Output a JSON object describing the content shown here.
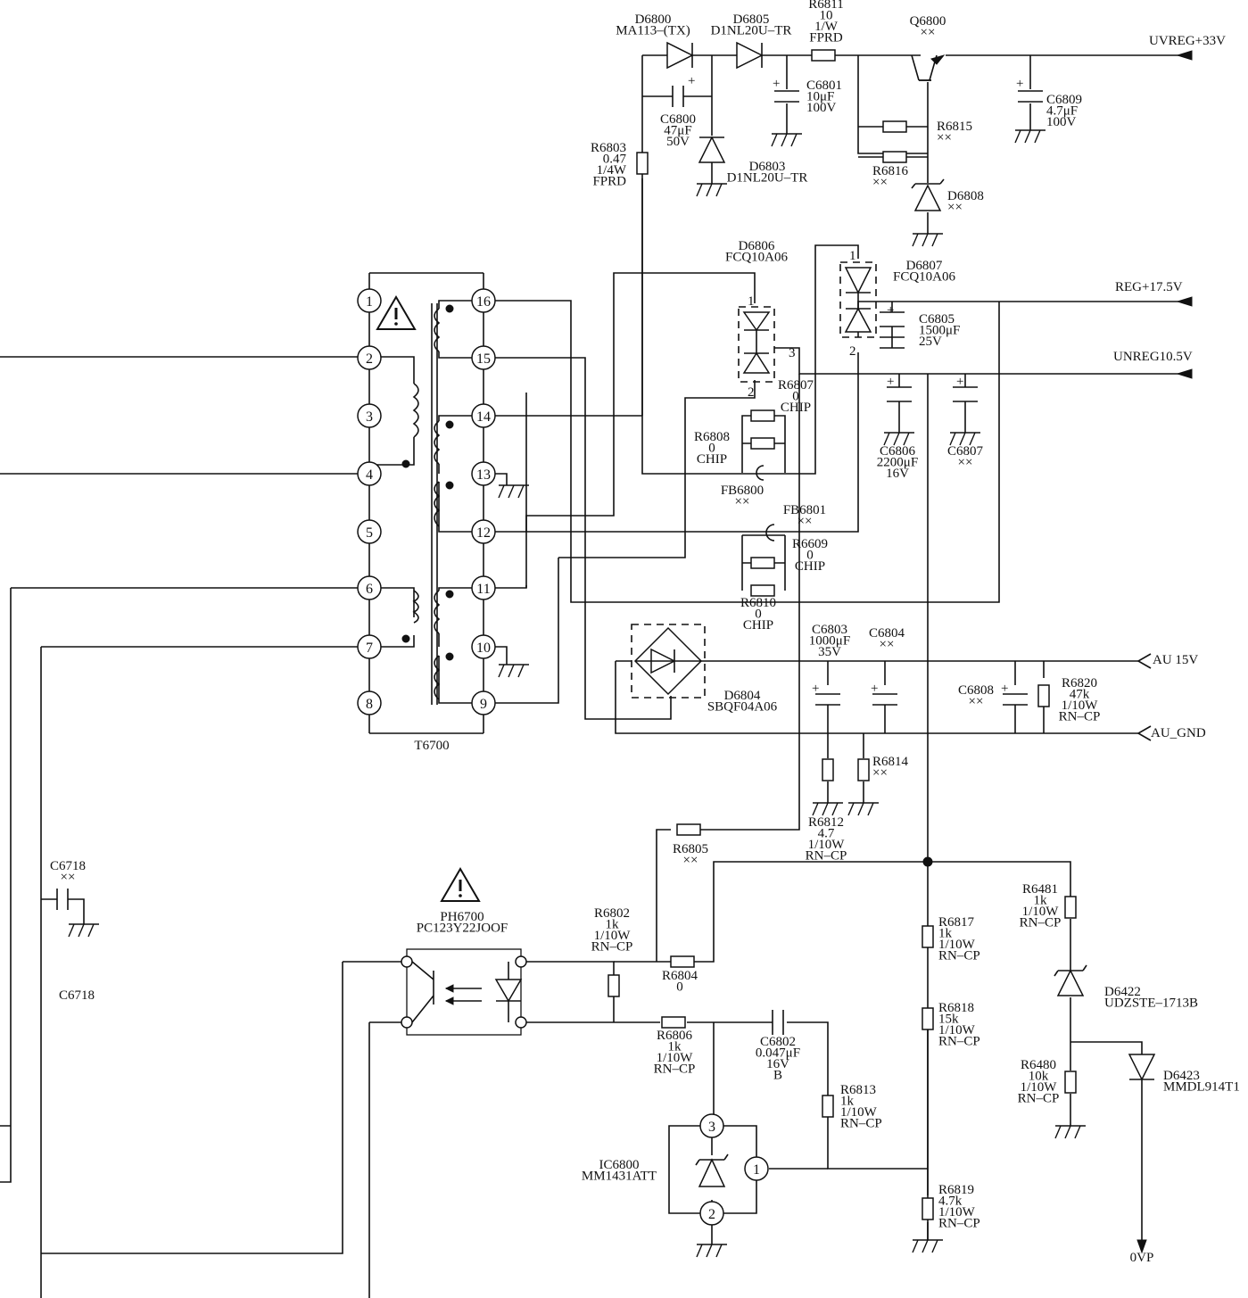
{
  "transformer": {
    "ref": "T6700",
    "pins": [
      "1",
      "2",
      "3",
      "4",
      "5",
      "6",
      "7",
      "8",
      "16",
      "15",
      "14",
      "13",
      "12",
      "11",
      "10",
      "9"
    ]
  },
  "labels": [
    {
      "id": "d6800",
      "lines": [
        "D6800",
        "MA113–(TX)"
      ]
    },
    {
      "id": "d6805",
      "lines": [
        "D6805",
        "D1NL20U–TR"
      ]
    },
    {
      "id": "r6811",
      "lines": [
        "R6811",
        "10",
        "1/W",
        "FPRD"
      ]
    },
    {
      "id": "q6800",
      "lines": [
        "Q6800",
        "××"
      ]
    },
    {
      "id": "uvreg",
      "lines": [
        "UVREG+33V"
      ]
    },
    {
      "id": "c6801",
      "lines": [
        "C6801",
        "10μF",
        "100V"
      ]
    },
    {
      "id": "c6800",
      "lines": [
        "C6800",
        "47μF",
        "50V"
      ]
    },
    {
      "id": "c6809",
      "lines": [
        "C6809",
        "4.7μF",
        "100V"
      ]
    },
    {
      "id": "r6815",
      "lines": [
        "R6815",
        "××"
      ]
    },
    {
      "id": "r6803",
      "lines": [
        "R6803",
        "0.47",
        "1/4W",
        "FPRD"
      ]
    },
    {
      "id": "d6803",
      "lines": [
        "D6803",
        "D1NL20U–TR"
      ]
    },
    {
      "id": "r6816",
      "lines": [
        "R6816",
        "××"
      ]
    },
    {
      "id": "d6808",
      "lines": [
        "D6808",
        "××"
      ]
    },
    {
      "id": "d6806",
      "lines": [
        "D6806",
        "FCQ10A06"
      ]
    },
    {
      "id": "d6807",
      "lines": [
        "D6807",
        "FCQ10A06"
      ]
    },
    {
      "id": "reg175",
      "lines": [
        "REG+17.5V"
      ]
    },
    {
      "id": "c6805",
      "lines": [
        "C6805",
        "1500μF",
        "25V"
      ]
    },
    {
      "id": "unreg",
      "lines": [
        "UNREG10.5V"
      ]
    },
    {
      "id": "r6807",
      "lines": [
        "R6807",
        "0",
        "CHIP"
      ]
    },
    {
      "id": "r6808",
      "lines": [
        "R6808",
        "0",
        "CHIP"
      ]
    },
    {
      "id": "c6806",
      "lines": [
        "C6806",
        "2200μF",
        "16V"
      ]
    },
    {
      "id": "c6807",
      "lines": [
        "C6807",
        "××"
      ]
    },
    {
      "id": "fb6800",
      "lines": [
        "FB6800",
        "××"
      ]
    },
    {
      "id": "fb6801",
      "lines": [
        "FB6801",
        "××"
      ]
    },
    {
      "id": "r6609",
      "lines": [
        "R6609",
        "0",
        "CHIP"
      ]
    },
    {
      "id": "r6810",
      "lines": [
        "R6810",
        "0",
        "CHIP"
      ]
    },
    {
      "id": "c6803",
      "lines": [
        "C6803",
        "1000μF",
        "35V"
      ]
    },
    {
      "id": "c6804",
      "lines": [
        "C6804",
        "××"
      ]
    },
    {
      "id": "au15",
      "lines": [
        "AU 15V"
      ]
    },
    {
      "id": "c6808",
      "lines": [
        "C6808",
        "××"
      ]
    },
    {
      "id": "r6820",
      "lines": [
        "R6820",
        "47k",
        "1/10W",
        "RN–CP"
      ]
    },
    {
      "id": "d6804",
      "lines": [
        "D6804",
        "SBQF04A06"
      ]
    },
    {
      "id": "augnd",
      "lines": [
        "AU_GND"
      ]
    },
    {
      "id": "t6700",
      "lines": [
        "T6700"
      ]
    },
    {
      "id": "r6814",
      "lines": [
        "R6814",
        "××"
      ]
    },
    {
      "id": "r6812",
      "lines": [
        "R6812",
        "4.7",
        "1/10W",
        "RN–CP"
      ]
    },
    {
      "id": "r6805",
      "lines": [
        "R6805",
        "××"
      ]
    },
    {
      "id": "c6718a",
      "lines": [
        "C6718",
        "××"
      ]
    },
    {
      "id": "c6718b",
      "lines": [
        "C6718"
      ]
    },
    {
      "id": "ph6700",
      "lines": [
        "PH6700",
        "PC123Y22JOOF"
      ]
    },
    {
      "id": "r6802",
      "lines": [
        "R6802",
        "1k",
        "1/10W",
        "RN–CP"
      ]
    },
    {
      "id": "r6804",
      "lines": [
        "R6804",
        "0"
      ]
    },
    {
      "id": "r6481",
      "lines": [
        "R6481",
        "1k",
        "1/10W",
        "RN–CP"
      ]
    },
    {
      "id": "r6817",
      "lines": [
        "R6817",
        "1k",
        "1/10W",
        "RN–CP"
      ]
    },
    {
      "id": "d6422",
      "lines": [
        "D6422",
        "UDZSTE–1713B"
      ]
    },
    {
      "id": "r6818",
      "lines": [
        "R6818",
        "15k",
        "1/10W",
        "RN–CP"
      ]
    },
    {
      "id": "r6806",
      "lines": [
        "R6806",
        "1k",
        "1/10W",
        "RN–CP"
      ]
    },
    {
      "id": "c6802",
      "lines": [
        "C6802",
        "0.047μF",
        "16V",
        "B"
      ]
    },
    {
      "id": "r6480",
      "lines": [
        "R6480",
        "10k",
        "1/10W",
        "RN–CP"
      ]
    },
    {
      "id": "d6423",
      "lines": [
        "D6423",
        "MMDL914T1"
      ]
    },
    {
      "id": "r6813",
      "lines": [
        "R6813",
        "1k",
        "1/10W",
        "RN–CP"
      ]
    },
    {
      "id": "ic6800",
      "lines": [
        "IC6800",
        "MM1431ATT"
      ]
    },
    {
      "id": "r6819",
      "lines": [
        "R6819",
        "4.7k",
        "1/10W",
        "RN–CP"
      ]
    },
    {
      "id": "ovp",
      "lines": [
        "0VP"
      ]
    }
  ],
  "pin_numbers": {
    "d6806_1": "1",
    "d6806_2": "2",
    "d6806_3": "3",
    "d6807_1": "1",
    "d6807_2": "2",
    "ic_3": "3",
    "ic_1": "1",
    "ic_2": "2"
  },
  "warning_symbol": "!"
}
